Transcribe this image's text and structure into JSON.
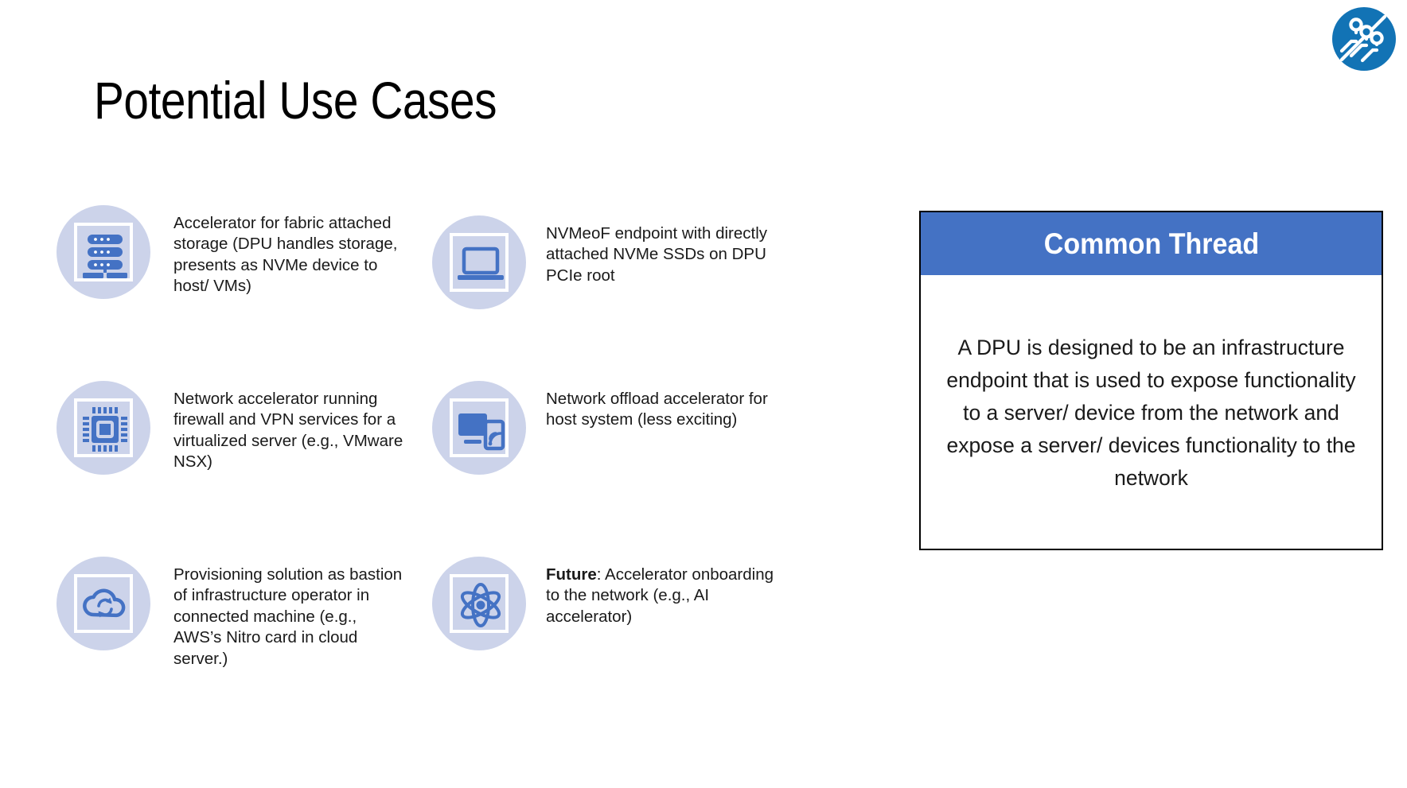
{
  "slide": {
    "title": "Potential Use Cases",
    "background_color": "#ffffff",
    "accent_color": "#4472c4",
    "icon_circle_color": "#ccd3ea"
  },
  "logo": {
    "name": "ocp-circuit-logo",
    "color": "#1273b5"
  },
  "use_cases": [
    {
      "icon": "server-storage-icon",
      "text": "Accelerator for fabric attached storage (DPU handles storage, presents as NVMe device to host/ VMs)"
    },
    {
      "icon": "laptop-icon",
      "text": "NVMeoF endpoint with directly attached NVMe SSDs on DPU PCIe root"
    },
    {
      "icon": "cpu-chip-icon",
      "text": "Network accelerator running firewall and VPN services for a virtualized server (e.g., VMware NSX)"
    },
    {
      "icon": "wireless-devices-icon",
      "text": "Network offload accelerator for host system (less exciting)"
    },
    {
      "icon": "cloud-sync-icon",
      "text": "Provisioning solution as bastion of infrastructure operator in connected machine (e.g., AWS’s Nitro card in cloud server.)"
    },
    {
      "icon": "atom-ai-icon",
      "text_bold": "Future",
      "text": ": Accelerator onboarding to the network (e.g., AI accelerator)"
    }
  ],
  "common_thread": {
    "header": "Common Thread",
    "body": "A DPU is designed to be an infrastructure endpoint that is used to expose functionality to a server/ device from the network and expose a server/ devices functionality to the network",
    "header_bg": "#4472c4",
    "header_color": "#ffffff",
    "border_color": "#000000"
  }
}
